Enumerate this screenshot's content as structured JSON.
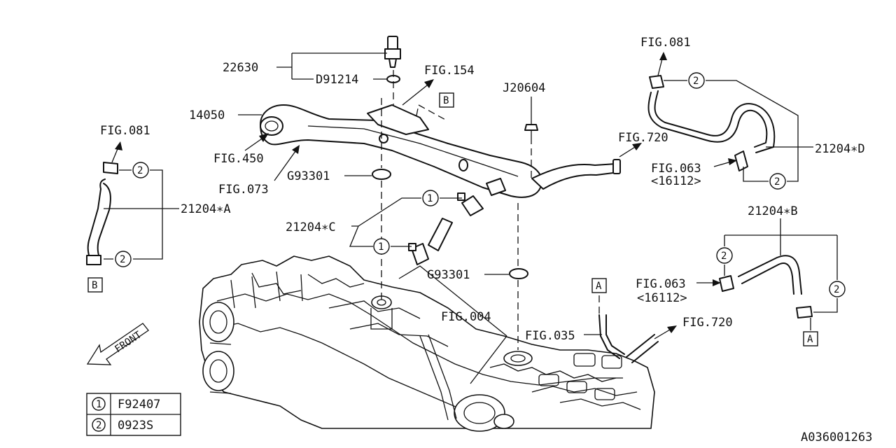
{
  "labels": {
    "sensor": "22630",
    "washer": "D91214",
    "fig154": "FIG.154",
    "pipe": "14050",
    "fig450": "FIG.450",
    "fig073": "FIG.073",
    "gasket_upper": "G93301",
    "bolt": "J20604",
    "fig720_upper": "FIG.720",
    "hose_c": "21204∗C",
    "gasket_lower": "G93301",
    "fig004": "FIG.004",
    "fig035": "FIG.035",
    "fig720_lower": "FIG.720",
    "fig081_left": "FIG.081",
    "hose_a": "21204∗A",
    "fig081_right": "FIG.081",
    "hose_d": "21204∗D",
    "fig063_upper": "FIG.063",
    "fig063_upper_sub": "<16112>",
    "hose_b": "21204∗B",
    "fig063_lower": "FIG.063",
    "fig063_lower_sub": "<16112>",
    "front": "FRONT",
    "diagram_id": "A036001263"
  },
  "ref_boxes": {
    "b": "B",
    "a": "A"
  },
  "callouts": {
    "one": "1",
    "two": "2"
  },
  "legend": [
    {
      "num": "1",
      "part": "F92407"
    },
    {
      "num": "2",
      "part": "0923S"
    }
  ]
}
